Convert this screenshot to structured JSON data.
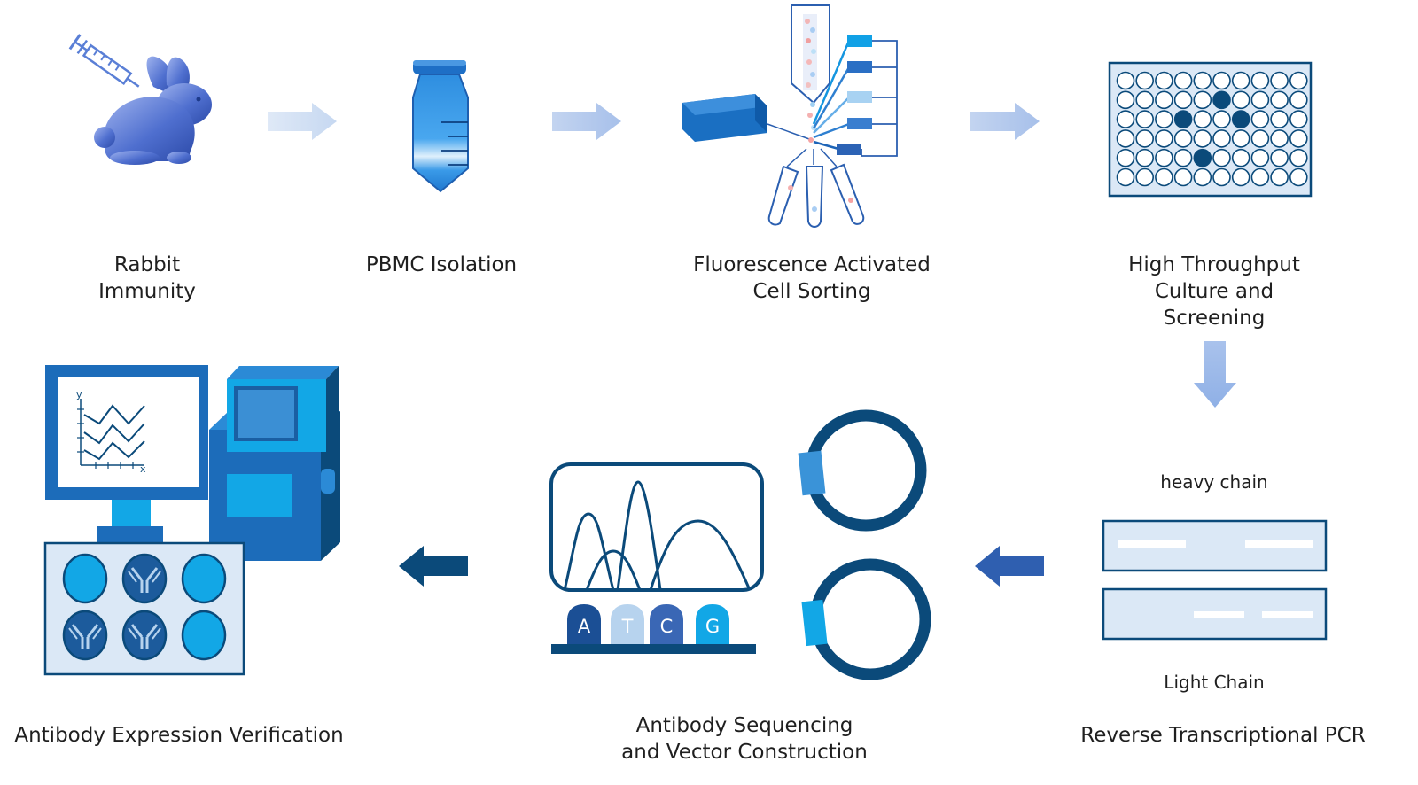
{
  "steps": {
    "rabbit_immunity": "Rabbit\nImmunity",
    "pbmc_isolation": "PBMC Isolation",
    "facs": "Fluorescence Activated\nCell Sorting",
    "high_throughput": "High Throughput\nCulture and\nScreening",
    "rt_pcr": "Reverse Transcriptional PCR",
    "sequencing": "Antibody Sequencing\nand Vector Construction",
    "expression": "Antibody Expression Verification"
  },
  "pcr": {
    "heavy_label": "heavy chain",
    "light_label": "Light Chain"
  },
  "sequence_bases": [
    "A",
    "T",
    "C",
    "G"
  ],
  "chart_axis": {
    "x": "x",
    "y": "y"
  },
  "colors": {
    "dark_navy": "#0b4a7a",
    "royal_blue": "#2f5fb0",
    "medium_blue": "#3a7cc4",
    "cyan": "#12a7e6",
    "light_blue": "#b7d3ee",
    "pale_blue": "#dbe8f6"
  }
}
